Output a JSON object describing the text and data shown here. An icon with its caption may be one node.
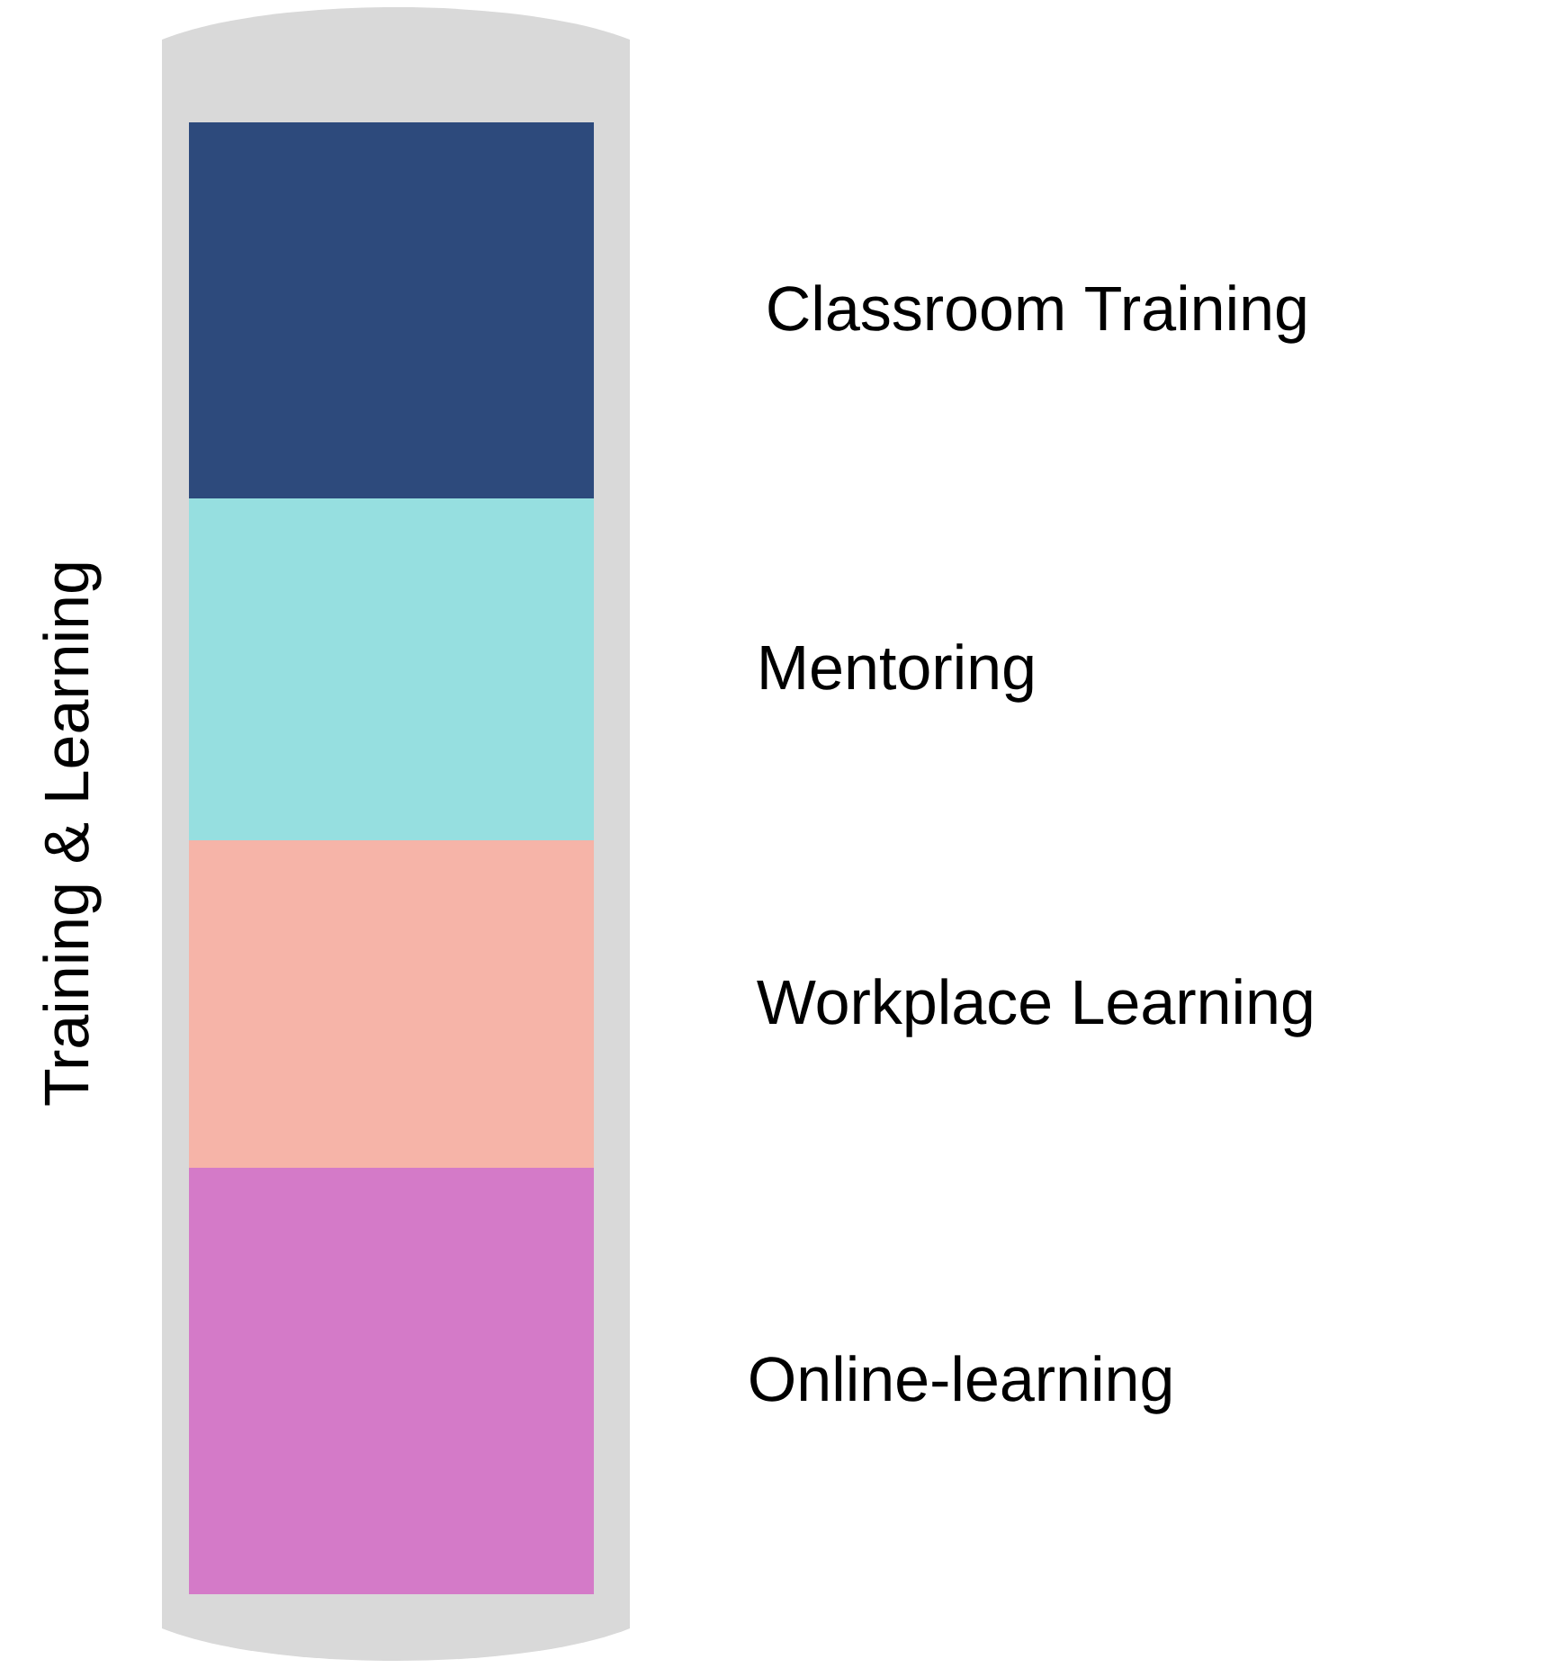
{
  "diagram": {
    "nodes": [
      {
        "text": [
          "Training & Learning"
        ]
      },
      {
        "text": [],
        "shape": "box",
        "in": 0,
        "beside": [
          "Classroom Training"
        ]
      },
      {
        "text": [],
        "shape": "box",
        "in": 0,
        "beside": [
          "Mentoring"
        ]
      },
      {
        "text": [],
        "shape": "box",
        "in": 0,
        "beside": [
          "Workplace Learning"
        ]
      },
      {
        "text": [],
        "shape": "box",
        "in": 0,
        "beside": [
          "Online-learning"
        ]
      }
    ]
  }
}
